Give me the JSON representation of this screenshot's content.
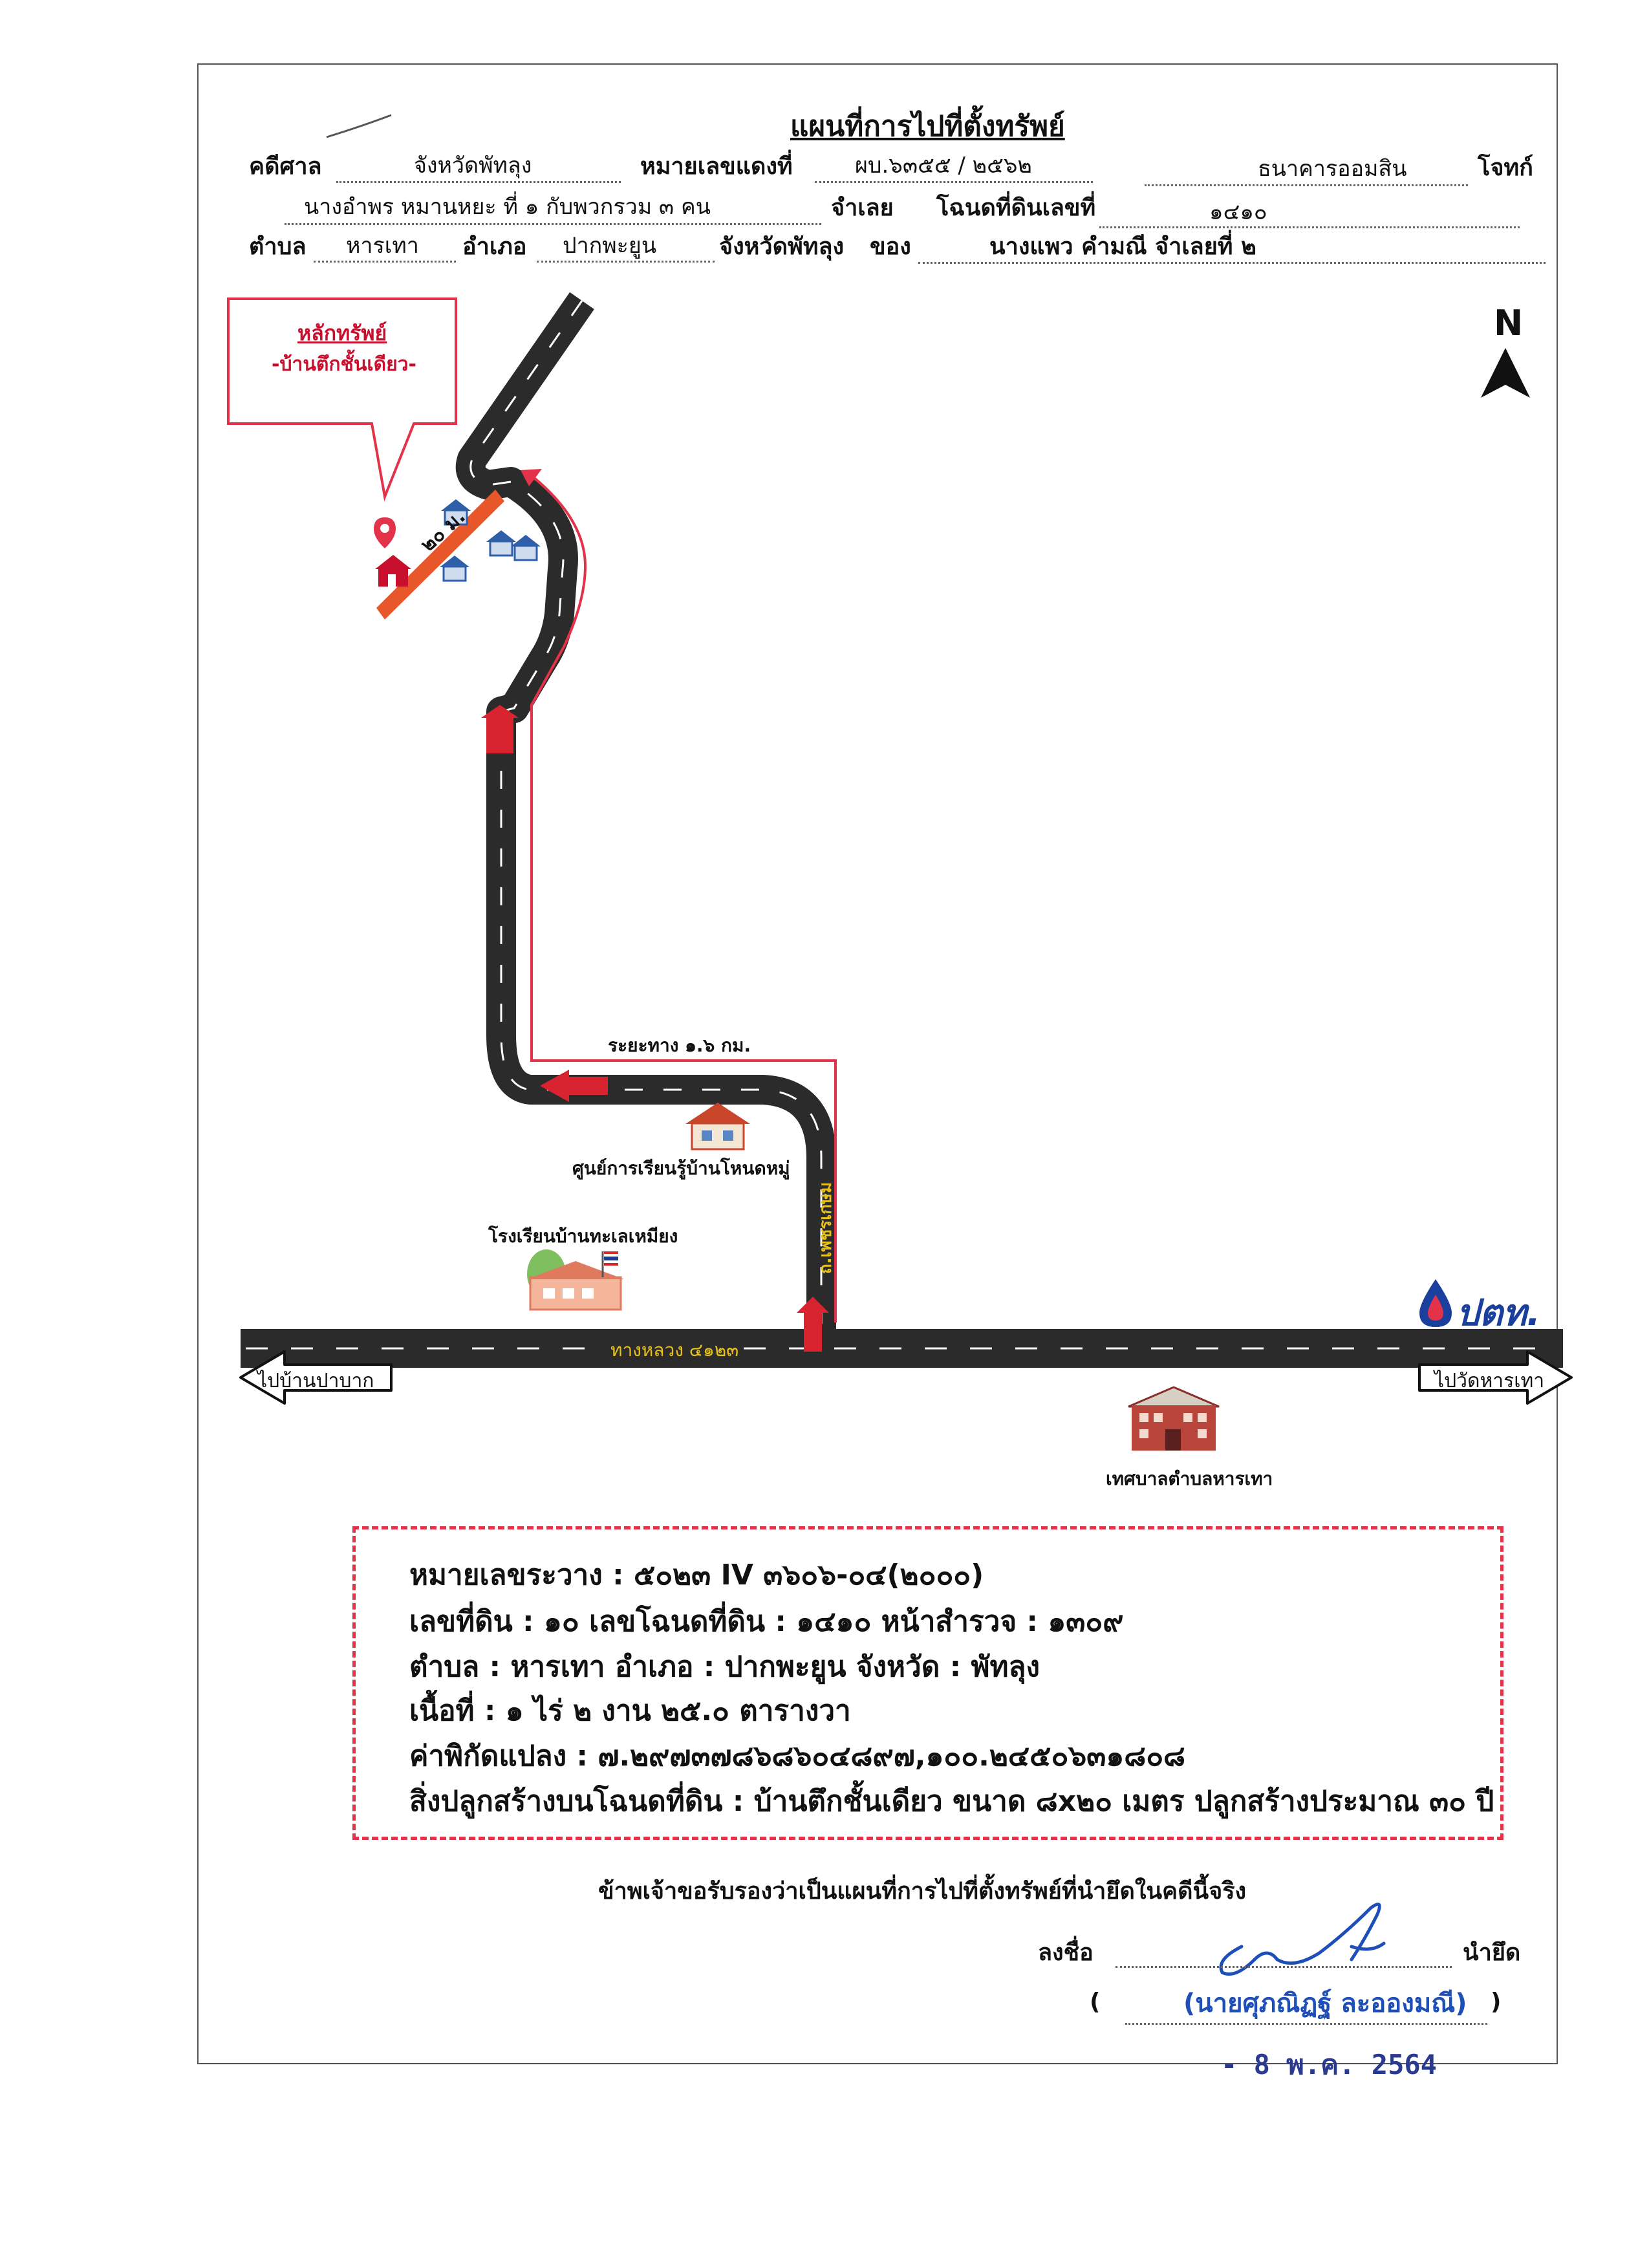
{
  "header": {
    "title": "แผนที่การไปที่ตั้งทรัพย์",
    "row1": {
      "court_label": "คดีศาล",
      "court_value": "จังหวัดพัทลุง",
      "case_label": "หมายเลขแดงที่",
      "case_value": "ผบ.๖๓๕๕ / ๒๕๖๒",
      "plaintiff_value": "ธนาคารออมสิน",
      "plaintiff_label": "โจทก์"
    },
    "row2": {
      "defendant_value": "นางอำพร หมานหยะ ที่ ๑ กับพวกรวม ๓ คน",
      "defendant_label": "จำเลย",
      "deed_label": "โฉนดที่ดินเลขที่",
      "deed_value": "๑๔๑๐"
    },
    "row3": {
      "subdistrict_label": "ตำบล",
      "subdistrict_value": "หารเทา",
      "district_label": "อำเภอ",
      "district_value": "ปากพะยูน",
      "province_label": "จังหวัดพัทลุง",
      "owner_label": "ของ",
      "owner_value": "นางแพว คำมณี จำเลยที่ ๒"
    }
  },
  "map": {
    "north": "N",
    "asset_title": "หลักทรัพย์",
    "asset_subtitle": "-บ้านตึกชั้นเดียว-",
    "road_width_label": "๒๐ ม.",
    "distance_label": "ระยะทาง ๑.๖ กม.",
    "learning_center": "ศูนย์การเรียนรู้บ้านโหนดหมู่",
    "school": "โรงเรียนบ้านทะเลเหมียง",
    "side_road_label": "ถ.เพชรเกษม",
    "highway_label": "ทางหลวง ๔๑๒๓",
    "to_left": "ไปบ้านปาบาก",
    "to_right": "ไปวัดหารเทา",
    "ptt_logo": "ปตท.",
    "municipality": "เทศบาลตำบลหารเทา",
    "colors": {
      "road": "#2b2b2b",
      "route": "#e2334a",
      "arrow": "#d9232e",
      "ptt_blue": "#1b3f9c"
    }
  },
  "info": {
    "line1": "หมายเลขระวาง : ๕๐๒๓ IV ๓๖๐๖-๐๔(๒๐๐๐)",
    "line2": "เลขที่ดิน : ๑๐   เลขโฉนดที่ดิน : ๑๔๑๐   หน้าสำรวจ : ๑๓๐๙",
    "line3": "ตำบล : หารเทา   อำเภอ : ปากพะยูน  จังหวัด : พัทลุง",
    "line4": "เนื้อที่ : ๑ ไร่ ๒ งาน ๒๕.๐ ตารางวา",
    "line5": "ค่าพิกัดแปลง : ๗.๒๙๗๓๗๘๖๘๖๐๔๘๙๗,๑๐๐.๒๔๕๐๖๓๑๘๐๘",
    "line6": "สิ่งปลูกสร้างบนโฉนดที่ดิน : บ้านตึกชั้นเดียว ขนาด ๘x๒๐ เมตร ปลูกสร้างประมาณ ๓๐ ปี"
  },
  "footer": {
    "certify": "ข้าพเจ้าขอรับรองว่าเป็นแผนที่การไปที่ตั้งทรัพย์ที่นำยึดในคดีนี้จริง",
    "sign_label": "ลงชื่อ",
    "role": "นำยึด",
    "open_paren": "(",
    "signer_name": "(นายศุภณิฏฐ์  ละอองมณี)",
    "close_paren": ")",
    "date": "- 8 พ.ค. 2564"
  }
}
